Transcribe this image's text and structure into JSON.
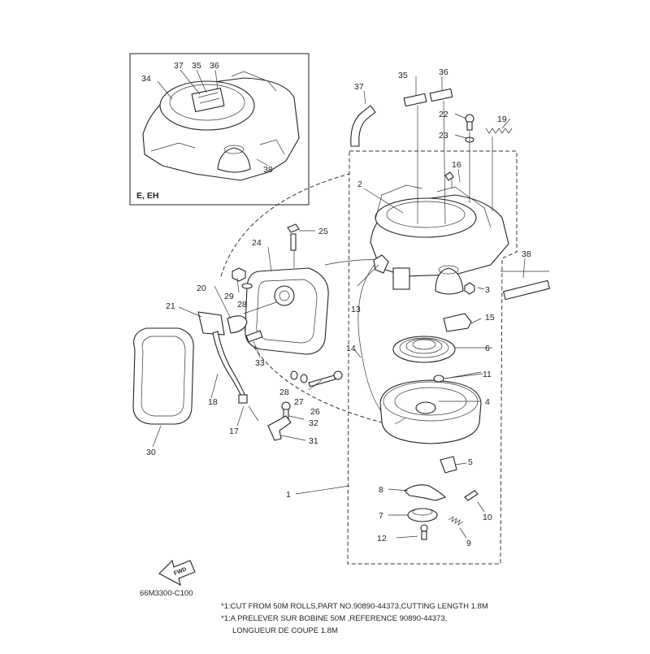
{
  "inset": {
    "variant_label": "E, EH",
    "callouts": [
      "37",
      "35",
      "36",
      "34",
      "38"
    ]
  },
  "callouts": [
    "1",
    "2",
    "3",
    "4",
    "5",
    "6",
    "7",
    "8",
    "9",
    "10",
    "11",
    "12",
    "13",
    "14",
    "15",
    "16",
    "17",
    "18",
    "19",
    "20",
    "21",
    "22",
    "23",
    "24",
    "25",
    "26",
    "27",
    "28",
    "28",
    "29",
    "30",
    "31",
    "32",
    "33",
    "35",
    "36",
    "37",
    "38"
  ],
  "orientation_arrow": {
    "label": "FWD"
  },
  "diagram_code": "66M3300-C100",
  "notes": [
    "*1:CUT FROM 50M ROLLS,PART NO.90890-44373,CUTTING LENGTH 1.8M",
    "*1:A PRELEVER SUR BOBINE 50M ,REFERENCE 90890-44373,",
    "LONGUEUR DE COUPE 1.8M"
  ]
}
